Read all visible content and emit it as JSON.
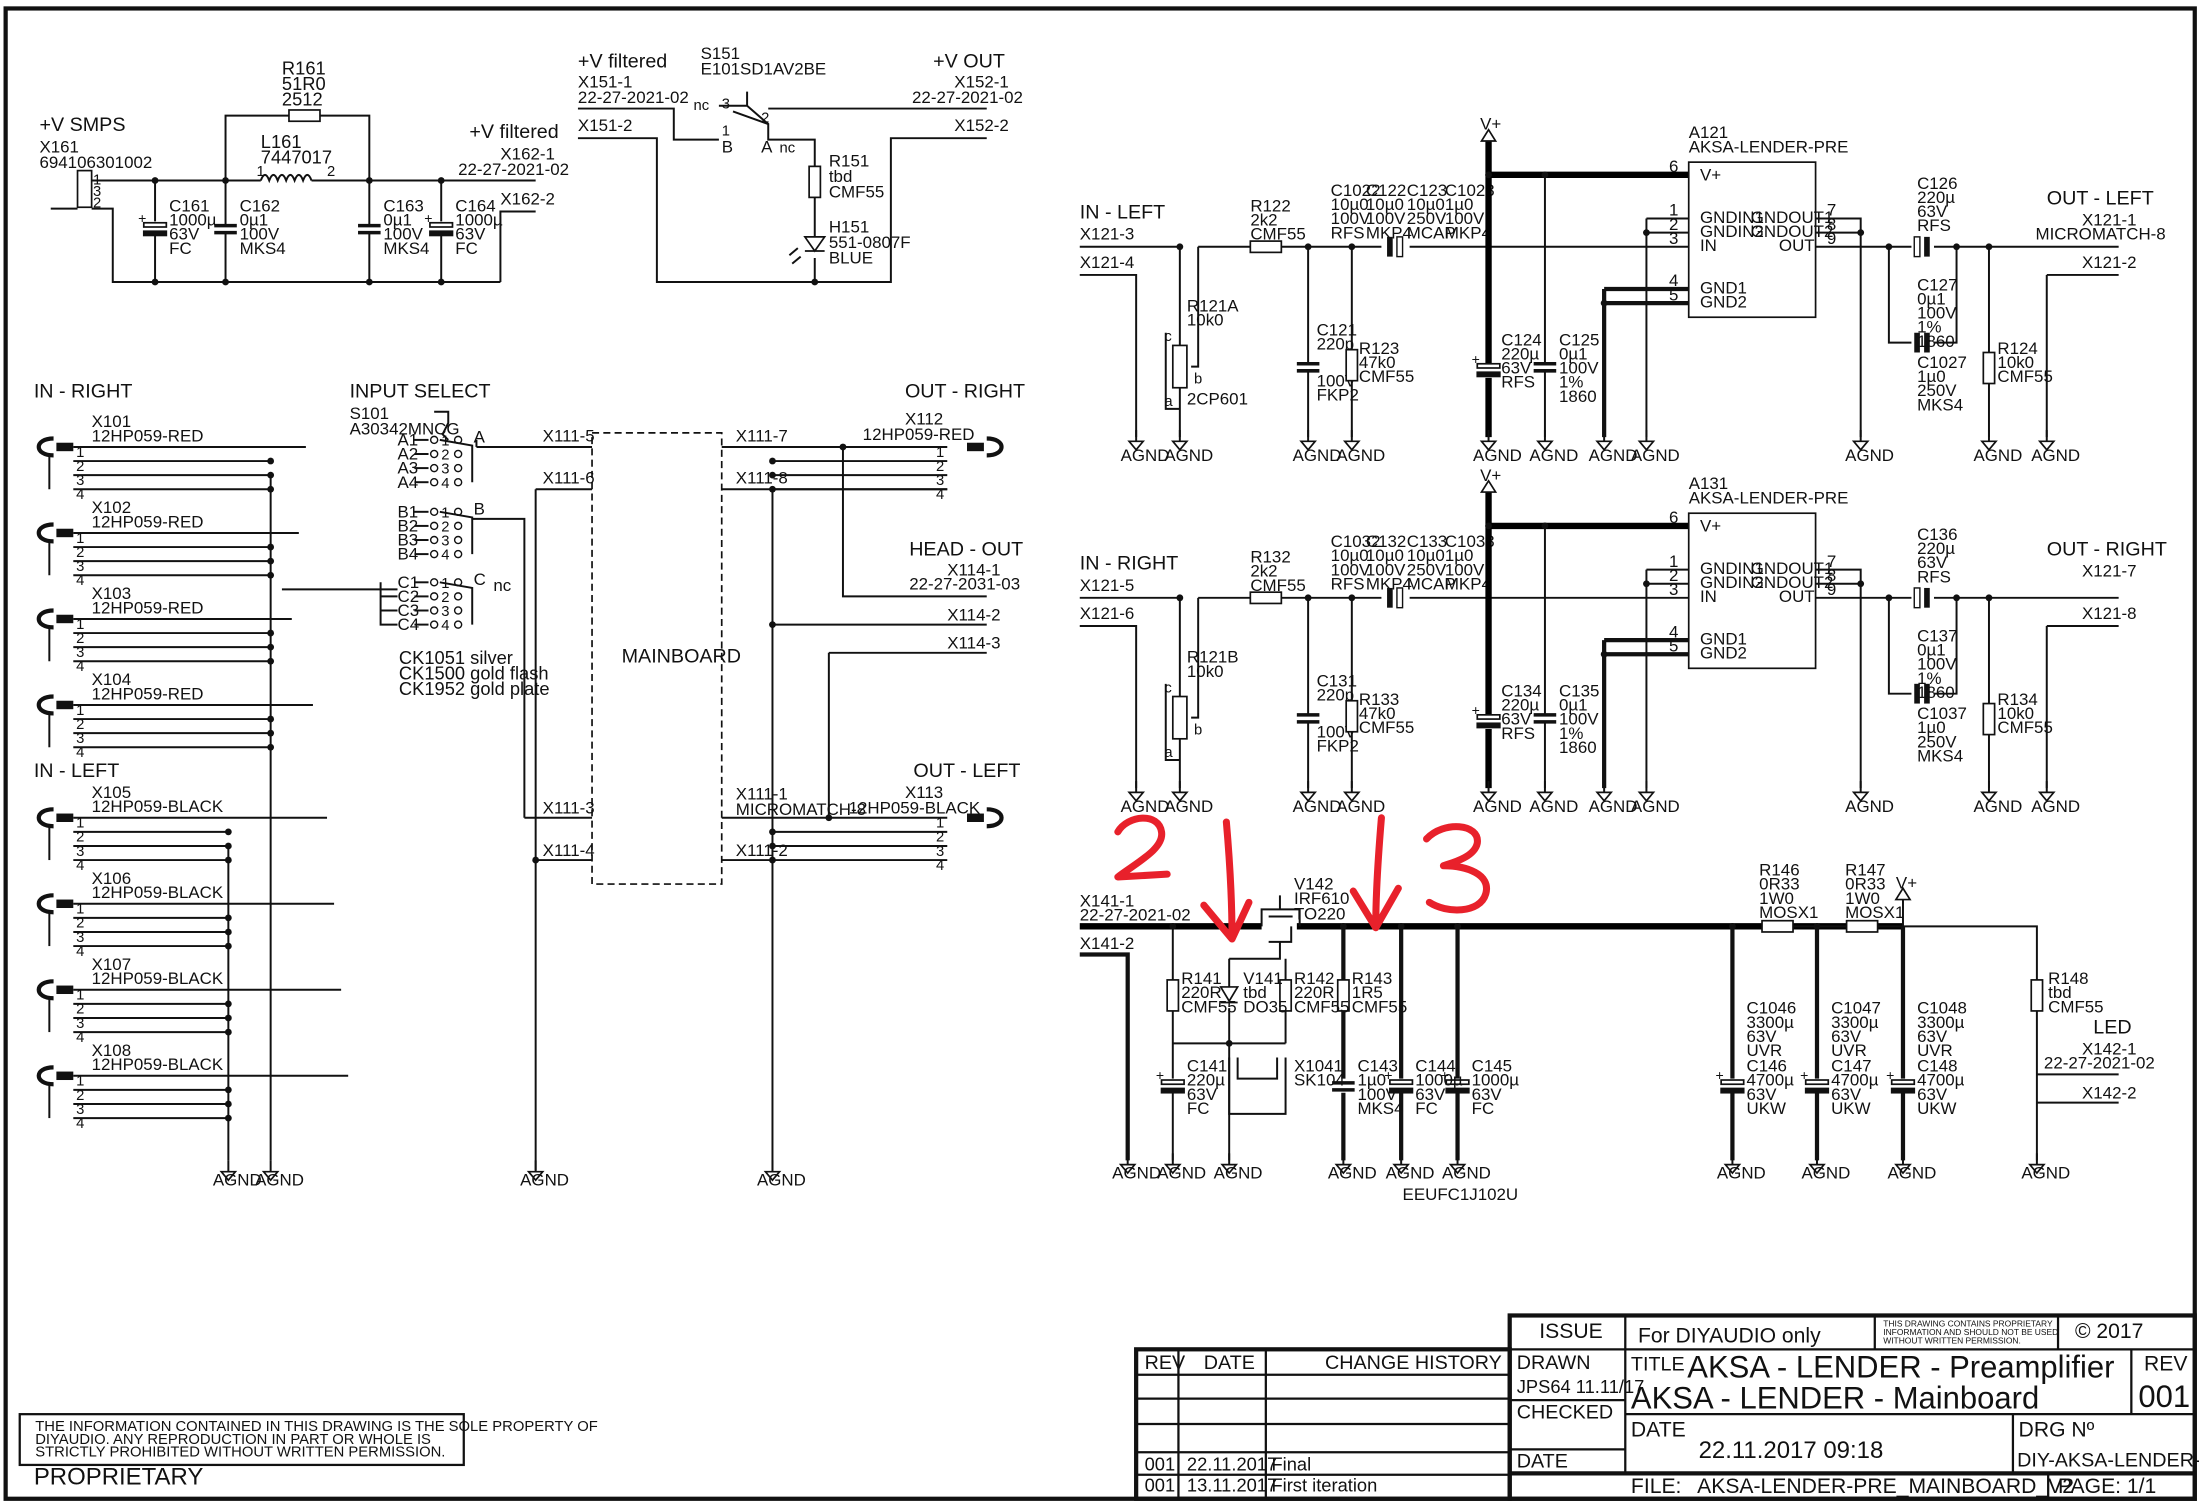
{
  "sheet": {
    "supply": {
      "vsmps": "+V SMPS",
      "x161": "X161",
      "x161_part": "694106301002",
      "r161": [
        "R161",
        "51R0",
        "2512"
      ],
      "l161": [
        "L161",
        "7447017"
      ],
      "c161": [
        "C161",
        "1000µ",
        "63V",
        "FC"
      ],
      "c162": [
        "C162",
        "0µ1",
        "100V",
        "MKS4"
      ],
      "c163": [
        "C163",
        "0µ1",
        "100V",
        "MKS4"
      ],
      "c164": [
        "C164",
        "1000µ",
        "63V",
        "FC"
      ],
      "vfilt1": "+V filtered",
      "x162_1": "X162-1",
      "x162_part": "22-27-2021-02",
      "x162_2": "X162-2",
      "vfilt2": "+V filtered",
      "x151_1": "X151-1",
      "x151_part": "22-27-2021-02",
      "x151_2": "X151-2",
      "s151": [
        "S151",
        "E101SD1AV2BE"
      ],
      "vout": "+V OUT",
      "x152_1": "X152-1",
      "x152_part": "22-27-2021-02",
      "x152_2": "X152-2",
      "r151": [
        "R151",
        "tbd",
        "CMF55"
      ],
      "h151": [
        "H151",
        "551-0807F",
        "BLUE"
      ],
      "nc": "nc"
    },
    "select": {
      "in_right": "IN - RIGHT",
      "in_left": "IN - LEFT",
      "title": "INPUT SELECT",
      "s101": [
        "S101",
        "A30342MNCG"
      ],
      "jacks": [
        [
          "X101",
          "12HP059-RED"
        ],
        [
          "X102",
          "12HP059-RED"
        ],
        [
          "X103",
          "12HP059-RED"
        ],
        [
          "X104",
          "12HP059-RED"
        ],
        [
          "X105",
          "12HP059-BLACK"
        ],
        [
          "X106",
          "12HP059-BLACK"
        ],
        [
          "X107",
          "12HP059-BLACK"
        ],
        [
          "X108",
          "12HP059-BLACK"
        ]
      ],
      "switch_labels": [
        "A1",
        "A2",
        "A3",
        "A4",
        "B1",
        "B2",
        "B3",
        "B4",
        "C1",
        "C2",
        "C3",
        "C4"
      ],
      "notes": [
        "CK1051 silver",
        "CK1500 gold flash",
        "CK1952 gold plate"
      ],
      "mainboard": "MAINBOARD",
      "x111": [
        "X111-5",
        "X111-6",
        "X111-3",
        "X111-4",
        "X111-7",
        "X111-8",
        "X111-1",
        "X111-2"
      ],
      "out_right": "OUT - RIGHT",
      "x112": [
        "X112",
        "12HP059-RED"
      ],
      "head_out": "HEAD - OUT",
      "x114": [
        "X114-1",
        "22-27-2031-03",
        "X114-2",
        "X114-3"
      ],
      "out_left": "OUT - LEFT",
      "micromatch": "MICROMATCH-8",
      "x113": [
        "X113",
        "12HP059-BLACK"
      ]
    },
    "amp_left": {
      "in": "IN - LEFT",
      "x_in": [
        "X121-3",
        "X121-4"
      ],
      "r122": [
        "R122",
        "2k2",
        "CMF55"
      ],
      "r121": [
        "R121A",
        "10k0",
        "2CP601"
      ],
      "c121": [
        "C121",
        "220p",
        "100V",
        "FKP2"
      ],
      "r123": [
        "R123",
        "47k0",
        "CMF55"
      ],
      "cin": [
        "C1022",
        "10µ0",
        "100V",
        "RFS",
        "C122",
        "10µ0",
        "100V",
        "MKP4",
        "C123",
        "10µ0",
        "250V",
        "MCAP",
        "C1023",
        "1µ0",
        "100V",
        "MKP4"
      ],
      "c124": [
        "C124",
        "220µ",
        "63V",
        "RFS"
      ],
      "c125": [
        "C125",
        "0µ1",
        "100V",
        "1%",
        "1860"
      ],
      "a": [
        "A121",
        "AKSA-LENDER-PRE"
      ],
      "c126": [
        "C126",
        "220µ",
        "63V",
        "RFS"
      ],
      "c127": [
        "C127",
        "0µ1",
        "100V",
        "1%",
        "1860"
      ],
      "c1027": [
        "C1027",
        "1µ0",
        "250V",
        "MKS4"
      ],
      "r124": [
        "R124",
        "10k0",
        "CMF55"
      ],
      "out": "OUT - LEFT",
      "x_out": [
        "X121-1",
        "MICROMATCH-8",
        "X121-2"
      ]
    },
    "amp_right": {
      "in": "IN - RIGHT",
      "x_in": [
        "X121-5",
        "X121-6"
      ],
      "r122": [
        "R132",
        "2k2",
        "CMF55"
      ],
      "r121": [
        "R121B",
        "10k0"
      ],
      "c121": [
        "C131",
        "220p",
        "100V",
        "FKP2"
      ],
      "r123": [
        "R133",
        "47k0",
        "CMF55"
      ],
      "cin": [
        "C1032",
        "10µ0",
        "100V",
        "RFS",
        "C132",
        "10µ0",
        "100V",
        "MKP4",
        "C133",
        "10µ0",
        "250V",
        "MCAP",
        "C1033",
        "1µ0",
        "100V",
        "MKP4"
      ],
      "c124": [
        "C134",
        "220µ",
        "63V",
        "RFS"
      ],
      "c125": [
        "C135",
        "0µ1",
        "100V",
        "1%",
        "1860"
      ],
      "a": [
        "A131",
        "AKSA-LENDER-PRE"
      ],
      "c126": [
        "C136",
        "220µ",
        "63V",
        "RFS"
      ],
      "c127": [
        "C137",
        "0µ1",
        "100V",
        "1%",
        "1860"
      ],
      "c1027": [
        "C1037",
        "1µ0",
        "250V",
        "MKS4"
      ],
      "r124": [
        "R134",
        "10k0",
        "CMF55"
      ],
      "out": "OUT - RIGHT",
      "x_out": [
        "X121-7",
        "X121-8"
      ]
    },
    "ic_pins": [
      "V+",
      "GNDIN1",
      "GNDIN2",
      "IN",
      "GND1",
      "GND2",
      "GNDOUT1",
      "GNDOUT2",
      "OUT"
    ],
    "pin_numbers": [
      "6",
      "1",
      "2",
      "3",
      "4",
      "5",
      "7",
      "8",
      "9"
    ],
    "vplus": "V+",
    "reg": {
      "x141": [
        "X141-1",
        "22-27-2021-02",
        "X141-2"
      ],
      "v142": [
        "V142",
        "IRF610",
        "TO220"
      ],
      "r141": [
        "R141",
        "220R",
        "CMF55"
      ],
      "v141": [
        "V141",
        "tbd",
        "DO35"
      ],
      "r142": [
        "R142",
        "220R",
        "CMF55"
      ],
      "r143": [
        "R143",
        "1R5",
        "CMF55"
      ],
      "c141": [
        "C141",
        "220µ",
        "63V",
        "FC"
      ],
      "x1041": [
        "X1041",
        "SK104"
      ],
      "c143": [
        "C143",
        "1µ0",
        "100V",
        "MKS4"
      ],
      "c144": [
        "C144",
        "1000µ",
        "63V",
        "FC"
      ],
      "c145": [
        "C145",
        "1000µ",
        "63V",
        "FC"
      ],
      "part": "EEUFC1J102U",
      "r146": [
        "R146",
        "0R33",
        "1W0",
        "MOSX1"
      ],
      "r147": [
        "R147",
        "0R33",
        "1W0",
        "MOSX1"
      ],
      "c1046": [
        "C1046",
        "3300µ",
        "63V",
        "UVR",
        "C146",
        "4700µ",
        "63V",
        "UKW"
      ],
      "c1047": [
        "C1047",
        "3300µ",
        "63V",
        "UVR",
        "C147",
        "4700µ",
        "63V",
        "UKW"
      ],
      "c1048": [
        "C1048",
        "3300µ",
        "63V",
        "UVR",
        "C148",
        "4700µ",
        "63V",
        "UKW"
      ],
      "r148": [
        "R148",
        "tbd",
        "CMF55"
      ],
      "led": "LED",
      "x142": [
        "X142-1",
        "22-27-2021-02",
        "X142-2"
      ]
    },
    "agnd": "AGND",
    "annotations": [
      "2",
      "3"
    ]
  },
  "titleblock": {
    "issue": "ISSUE",
    "for": "For DIYAUDIO only",
    "prop_small": [
      "THIS DRAWING CONTAINS PROPRIETARY",
      "INFORMATION AND SHOULD NOT BE USED",
      "WITHOUT WRITTEN PERMISSION."
    ],
    "copyright": "© 2017",
    "rev_h": "REV",
    "date_h": "DATE",
    "change_h": "CHANGE HISTORY",
    "drawn": "DRAWN",
    "drawn_by": "JPS64 11.11/17",
    "checked": "CHECKED",
    "date_l": "DATE",
    "title_l": "TITLE",
    "title1": "AKSA - LENDER - Preamplifier",
    "title2": "AKSA - LENDER - Mainboard",
    "rev_l": "REV",
    "rev": "001",
    "date_big_l": "DATE",
    "date_big": "22.11.2017 09:18",
    "drg_l": "DRG Nº",
    "drg": "DIY-AKSA-LENDER-MAIN",
    "file_l": "FILE:",
    "file": "AKSA-LENDER-PRE_MAINBOARD_V2",
    "page": "PAGE: 1/1",
    "history": [
      [
        "001",
        "22.11.2017",
        "Final"
      ],
      [
        "001",
        "13.11.2017",
        "First iteration"
      ]
    ]
  },
  "proprietary": {
    "text": [
      "THE INFORMATION CONTAINED IN THIS DRAWING IS THE SOLE PROPERTY OF",
      "DIYAUDIO.  ANY REPRODUCTION IN PART OR WHOLE IS",
      "STRICTLY PROHIBITED WITHOUT WRITTEN PERMISSION."
    ],
    "label": "PROPRIETARY"
  }
}
